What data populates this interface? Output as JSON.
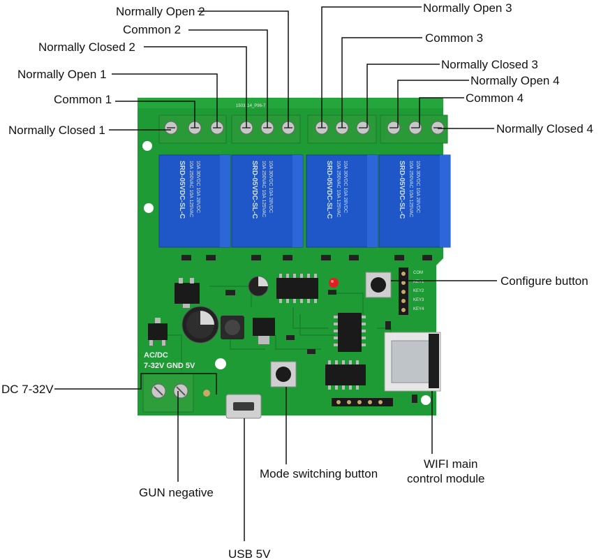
{
  "labels": {
    "no2": "Normally Open 2",
    "com2": "Common 2",
    "nc2": "Normally Closed 2",
    "no1": "Normally Open 1",
    "com1": "Common 1",
    "nc1": "Normally Closed 1",
    "no3": "Normally Open 3",
    "com3": "Common 3",
    "nc3": "Normally Closed 3",
    "no4": "Normally Open 4",
    "com4": "Common 4",
    "nc4": "Normally Closed 4",
    "configure": "Configure button",
    "dc": "DC 7-32V",
    "gun": "GUN negative",
    "usb": "USB 5V",
    "mode": "Mode switching button",
    "wifi_line1": "WIFI main",
    "wifi_line2": "control module"
  },
  "board": {
    "silk_acdc": "AC/DC",
    "silk_power": "7-32V  GND 5V",
    "part_no": "1503114_P96-7",
    "relay_model": "SRD-05VDC-SL-C",
    "relay_rating1": "10A 250VAC  10A 125VAC",
    "relay_rating2": "10A 30VDC  10A 28VDC",
    "key1": "KEY1",
    "key2": "KEY2",
    "key3": "KEY3",
    "key4": "KEY4",
    "com": "COM"
  },
  "colors": {
    "pcb": "#1e9a35",
    "pcb_dark": "#147a28",
    "terminal": "#2e9e3c",
    "relay": "#1f57c8",
    "chip": "#1a1a1a",
    "lead": "#111111"
  }
}
